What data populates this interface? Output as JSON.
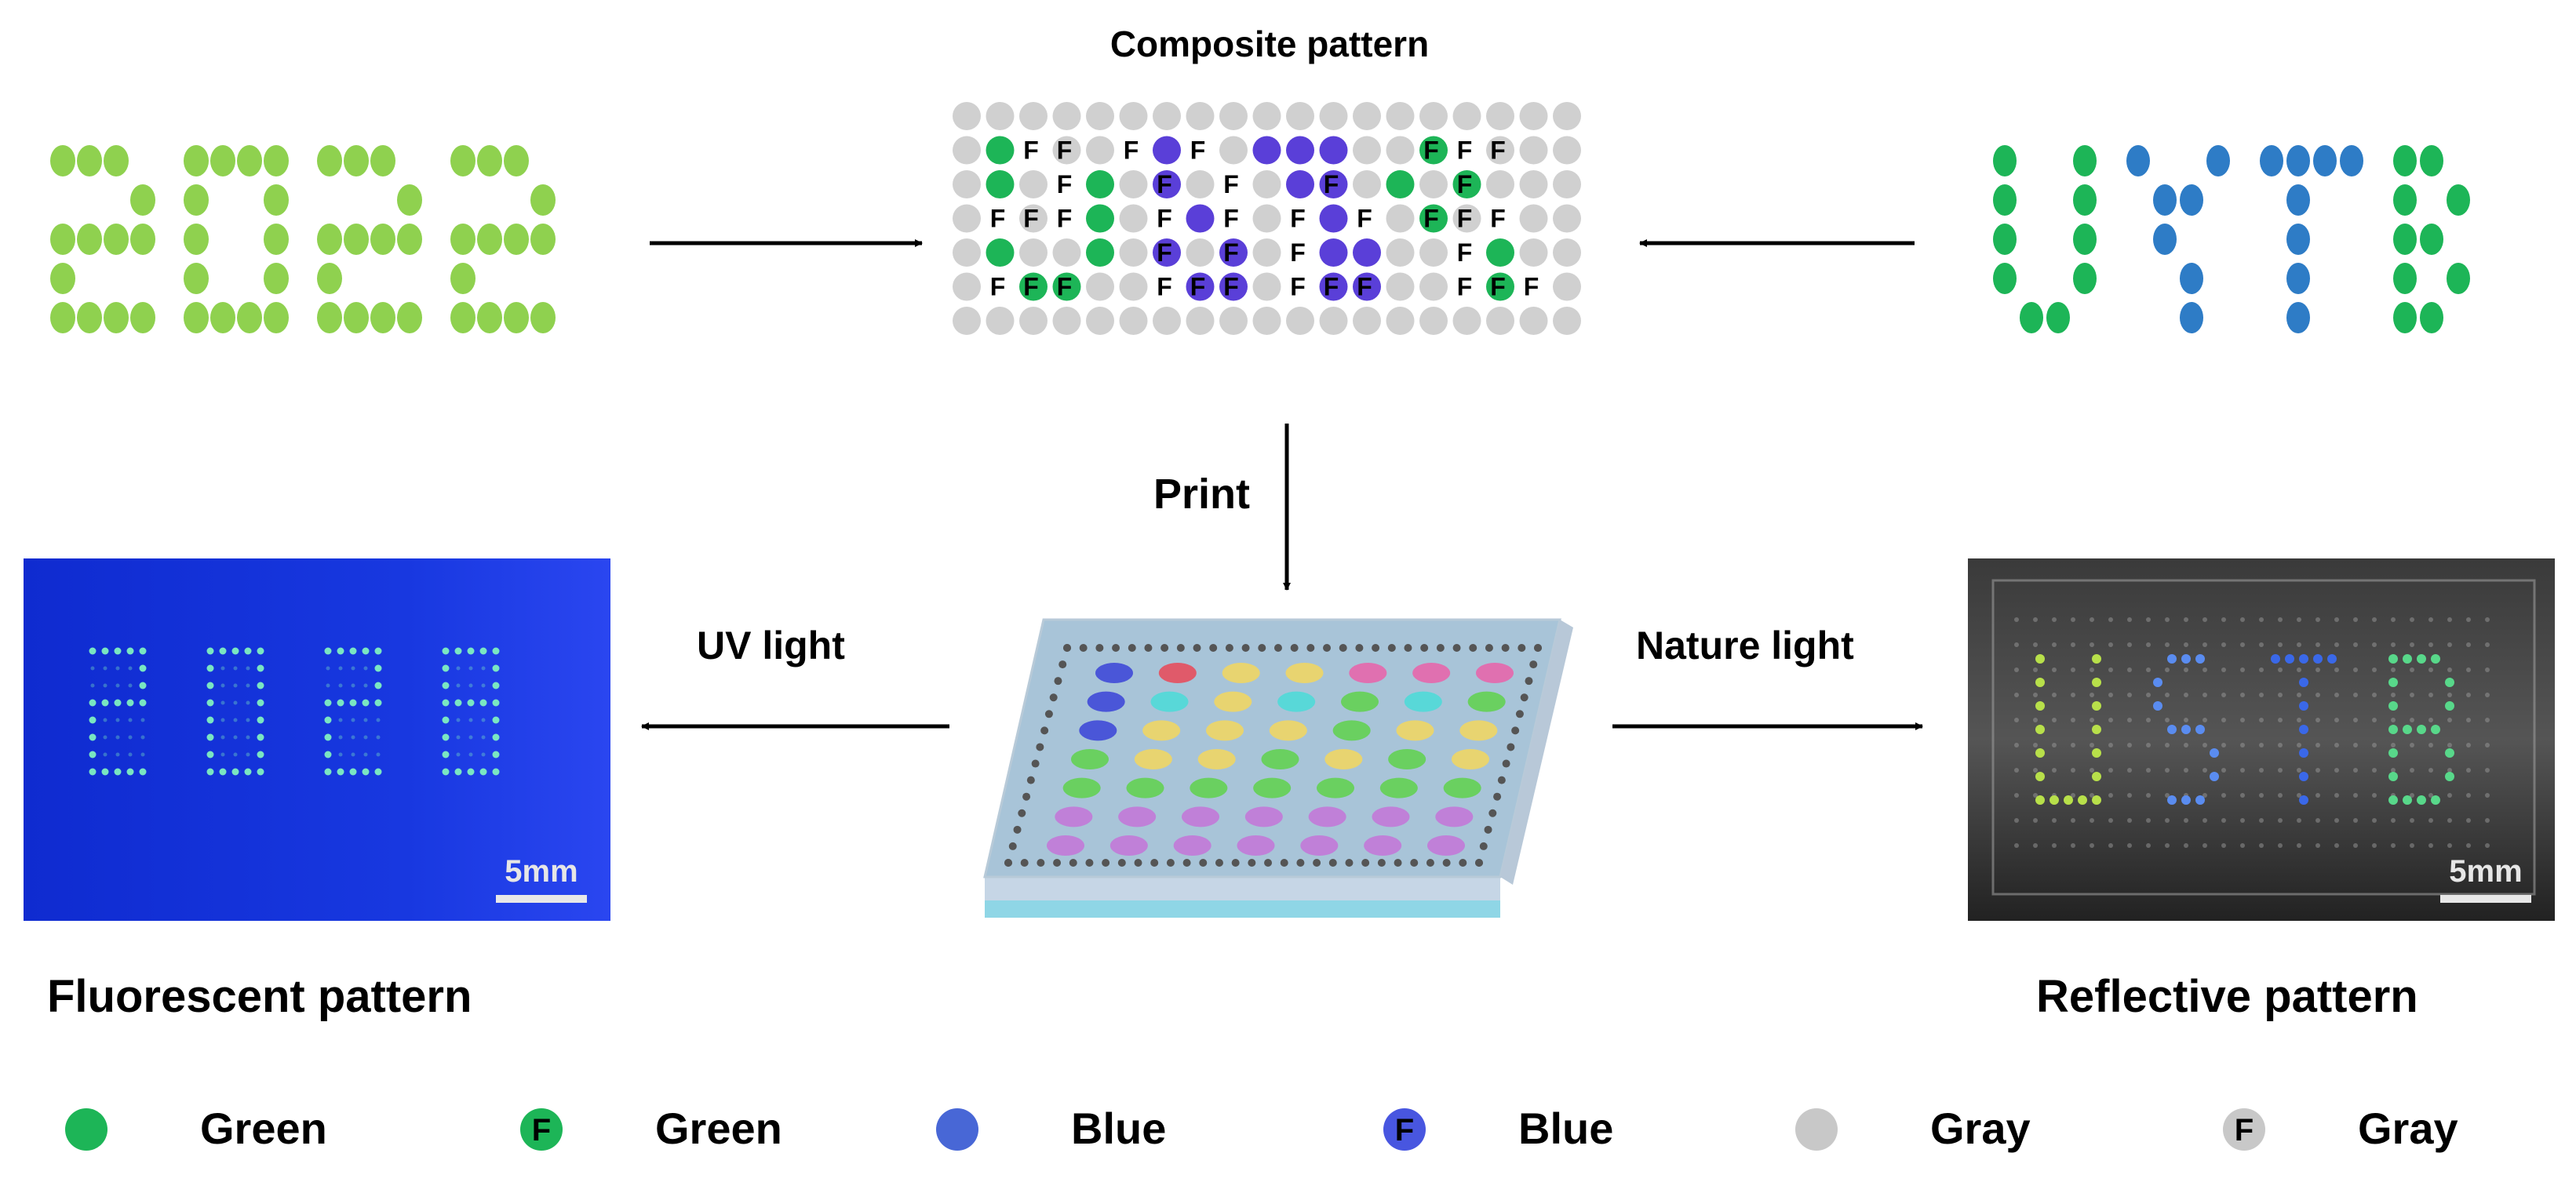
{
  "labels": {
    "composite_title": "Composite pattern",
    "print": "Print",
    "uv_light": "UV light",
    "nature_light": "Nature light",
    "fluorescent": "Fluorescent pattern",
    "reflective": "Reflective pattern",
    "scale_left": "5mm",
    "scale_right": "5mm",
    "f_mark": "F"
  },
  "legend": [
    {
      "kind": "plain",
      "color": "#1db557",
      "label": "Green"
    },
    {
      "kind": "f",
      "color": "#1db557",
      "label": "Green"
    },
    {
      "kind": "plain",
      "color": "#4867d6",
      "label": "Blue"
    },
    {
      "kind": "f",
      "color": "#4856e0",
      "label": "Blue"
    },
    {
      "kind": "plain",
      "color": "#c8c8c8",
      "label": "Gray"
    },
    {
      "kind": "f",
      "color": "#c8c8c8",
      "label": "Gray"
    }
  ],
  "colors": {
    "light_green": "#8fd14f",
    "green": "#1db557",
    "blue": "#2e7cc6",
    "blue_dark": "#1c5fb0",
    "purple_blue": "#5a3fd8",
    "gray": "#d0d0d0",
    "uv_bg": "#1432d6",
    "dot_uv": "#7ff0c0"
  },
  "patterns": {
    "text_2022": "2022",
    "text_ustb": "USTB",
    "composite_rows": [
      "...................",
      ".GfF.fBf.BBB..gfF..",
      ".G.fG.b.f.Bb.G.g..",
      ".fFfG.fBf.fBf.gFf..",
      ".G..G.b.b.fBB..fG..",
      ".fgg..fbb.fbb..fgf.",
      "..................."
    ]
  }
}
